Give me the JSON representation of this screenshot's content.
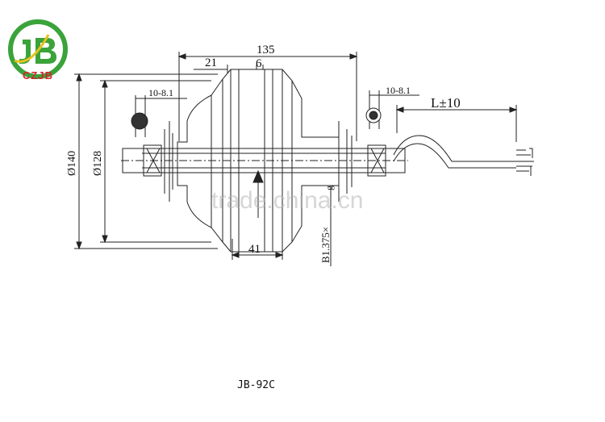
{
  "brand": {
    "name": "CZJB",
    "logo_letters": "JB",
    "logo_color": "#3aa33a",
    "text_color": "#d9222a"
  },
  "dimensions": {
    "overall_width": "135",
    "flange_offset": "21",
    "center": "6",
    "hub_width": "41",
    "outer_diameter": "Ø140",
    "inner_diameter": "Ø128",
    "axle_flat_left": "10-8.1",
    "axle_flat_right": "10-8.1",
    "cable_length": "L±10",
    "bolt": "B1.375×",
    "nut": "g"
  },
  "watermark": "trade.china.cn",
  "model": "JB-92C"
}
